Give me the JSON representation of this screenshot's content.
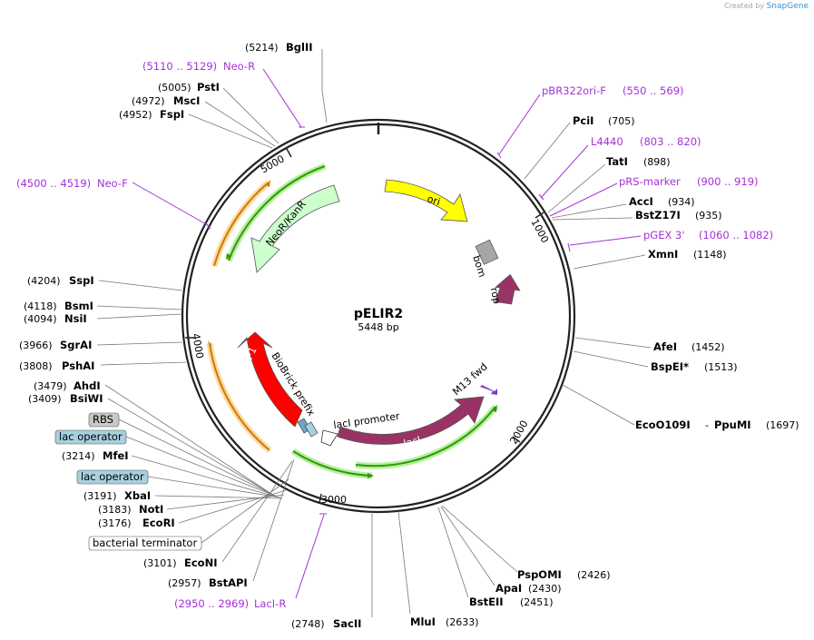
{
  "app": {
    "credit_prefix": "Created by",
    "credit_brand": "SnapGene"
  },
  "plasmid": {
    "name": "pELIR2",
    "size_label": "5448 bp"
  },
  "ticks": [
    "1000",
    "2000",
    "3000",
    "4000",
    "5000"
  ],
  "enzymes": [
    {
      "name": "BglII",
      "pos": "(5214)"
    },
    {
      "name": "PstI",
      "pos": "(5005)"
    },
    {
      "name": "MscI",
      "pos": "(4972)"
    },
    {
      "name": "FspI",
      "pos": "(4952)"
    },
    {
      "name": "PciI",
      "pos": "(705)"
    },
    {
      "name": "TatI",
      "pos": "(898)"
    },
    {
      "name": "AccI",
      "pos": "(934)"
    },
    {
      "name": "BstZ17I",
      "pos": "(935)"
    },
    {
      "name": "XmnI",
      "pos": "(1148)"
    },
    {
      "name": "AfeI",
      "pos": "(1452)"
    },
    {
      "name": "BspEI",
      "pos": "(1513)",
      "mark": "*"
    },
    {
      "name": "EcoO109I",
      "name2": "PpuMI",
      "pos": "(1697)"
    },
    {
      "name": "SspI",
      "pos": "(4204)"
    },
    {
      "name": "BsmI",
      "pos": "(4118)"
    },
    {
      "name": "NsiI",
      "pos": "(4094)"
    },
    {
      "name": "SgrAI",
      "pos": "(3966)"
    },
    {
      "name": "PshAI",
      "pos": "(3808)"
    },
    {
      "name": "AhdI",
      "pos": "(3479)"
    },
    {
      "name": "BsiWI",
      "pos": "(3409)"
    },
    {
      "name": "MfeI",
      "pos": "(3214)"
    },
    {
      "name": "XbaI",
      "pos": "(3191)"
    },
    {
      "name": "NotI",
      "pos": "(3183)"
    },
    {
      "name": "EcoRI",
      "pos": "(3176)"
    },
    {
      "name": "EcoNI",
      "pos": "(3101)"
    },
    {
      "name": "BstAPI",
      "pos": "(2957)"
    },
    {
      "name": "SacII",
      "pos": "(2748)"
    },
    {
      "name": "MluI",
      "pos": "(2633)"
    },
    {
      "name": "PspOMI",
      "pos": "(2426)"
    },
    {
      "name": "ApaI",
      "pos": "(2430)"
    },
    {
      "name": "BstEII",
      "pos": "(2451)"
    }
  ],
  "primers": [
    {
      "name": "Neo-R",
      "range": "(5110 .. 5129)"
    },
    {
      "name": "pBR322ori-F",
      "range": "(550 .. 569)"
    },
    {
      "name": "L4440",
      "range": "(803 .. 820)"
    },
    {
      "name": "pRS-marker",
      "range": "(900 .. 919)"
    },
    {
      "name": "pGEX 3'",
      "range": "(1060 .. 1082)"
    },
    {
      "name": "Neo-F",
      "range": "(4500 .. 4519)"
    },
    {
      "name": "LacI-R",
      "range": "(2950 .. 2969)"
    }
  ],
  "boxed_features": [
    "RBS",
    "lac operator",
    "lac operator",
    "bacterial terminator"
  ],
  "features": {
    "ori": "ori",
    "bom": "bom",
    "rop": "rop",
    "neo": "NeoR/KanR",
    "mrfp": "mRFP1",
    "biobrick": "BioBrick prefix",
    "laci_promoter": "lacI promoter",
    "laci": "lacI",
    "m13": "M13 fwd"
  },
  "colors": {
    "ori": "#ffff00",
    "bom": "#a6a6a6",
    "rop": "#993366",
    "neo": "#ccffcc",
    "mrfp": "#ff0000",
    "laci": "#993366",
    "primer": "#a432d6",
    "orf_green": "#339900",
    "orf_orange": "#cc7a00",
    "lac_box": "#a8d0de"
  }
}
